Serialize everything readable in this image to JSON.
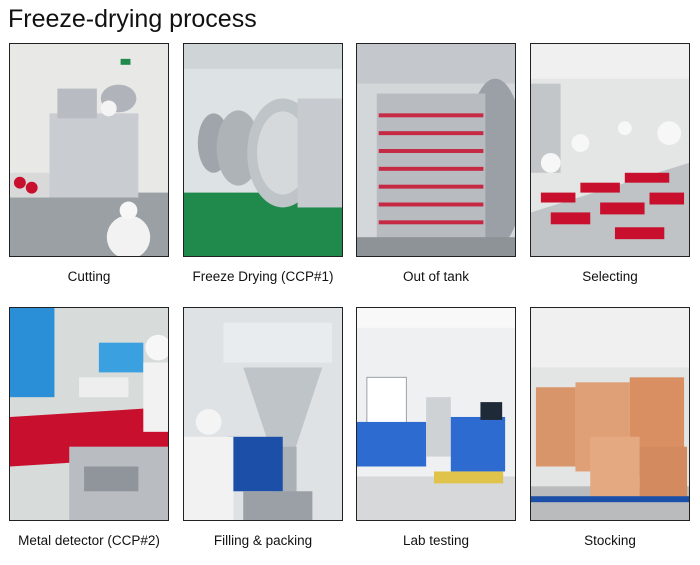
{
  "title": "Freeze-drying process",
  "steps": [
    {
      "label": "Cutting"
    },
    {
      "label": "Freeze Drying (CCP#1)"
    },
    {
      "label": "Out of tank"
    },
    {
      "label": "Selecting"
    },
    {
      "label": "Metal detector (CCP#2)"
    },
    {
      "label": "Filling & packing"
    },
    {
      "label": "Lab testing"
    },
    {
      "label": "Stocking"
    }
  ],
  "colors": {
    "berry": "#c8102e",
    "floor_green": "#1f8a4c",
    "steel": "#c9ccd1",
    "carton": "#d9956a"
  }
}
